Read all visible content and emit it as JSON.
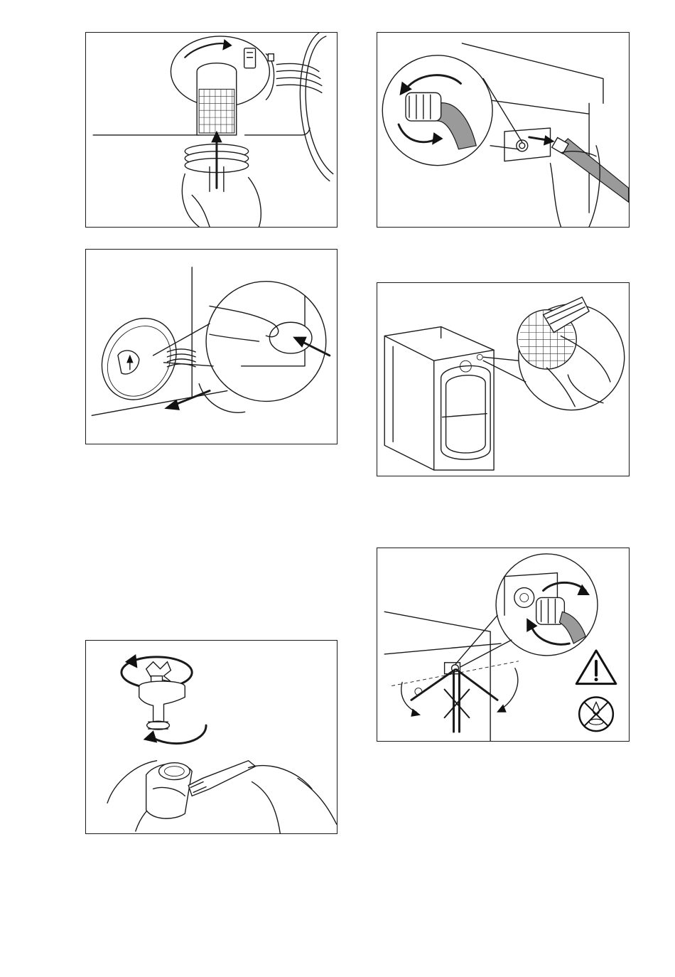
{
  "figures": [
    {
      "id": "drain-filter-insert",
      "icon": "drain-filter-icon"
    },
    {
      "id": "inlet-hose-unscrew",
      "icon": "hose-connector-icon"
    },
    {
      "id": "pump-flap-close",
      "icon": "service-flap-icon"
    },
    {
      "id": "valve-filter-clean",
      "icon": "brush-filter-icon"
    },
    {
      "id": "tap-filter-clean",
      "icon": "water-tap-icon"
    },
    {
      "id": "inlet-hose-reconnect",
      "icon": "hose-angle-icon"
    }
  ],
  "warnings": [
    {
      "id": "caution",
      "icon": "warning-triangle-icon"
    },
    {
      "id": "no-leak",
      "icon": "no-water-drop-icon"
    }
  ],
  "colors": {
    "line": "#1a1a1a",
    "hose": "#9a9a9a",
    "background": "#ffffff"
  }
}
